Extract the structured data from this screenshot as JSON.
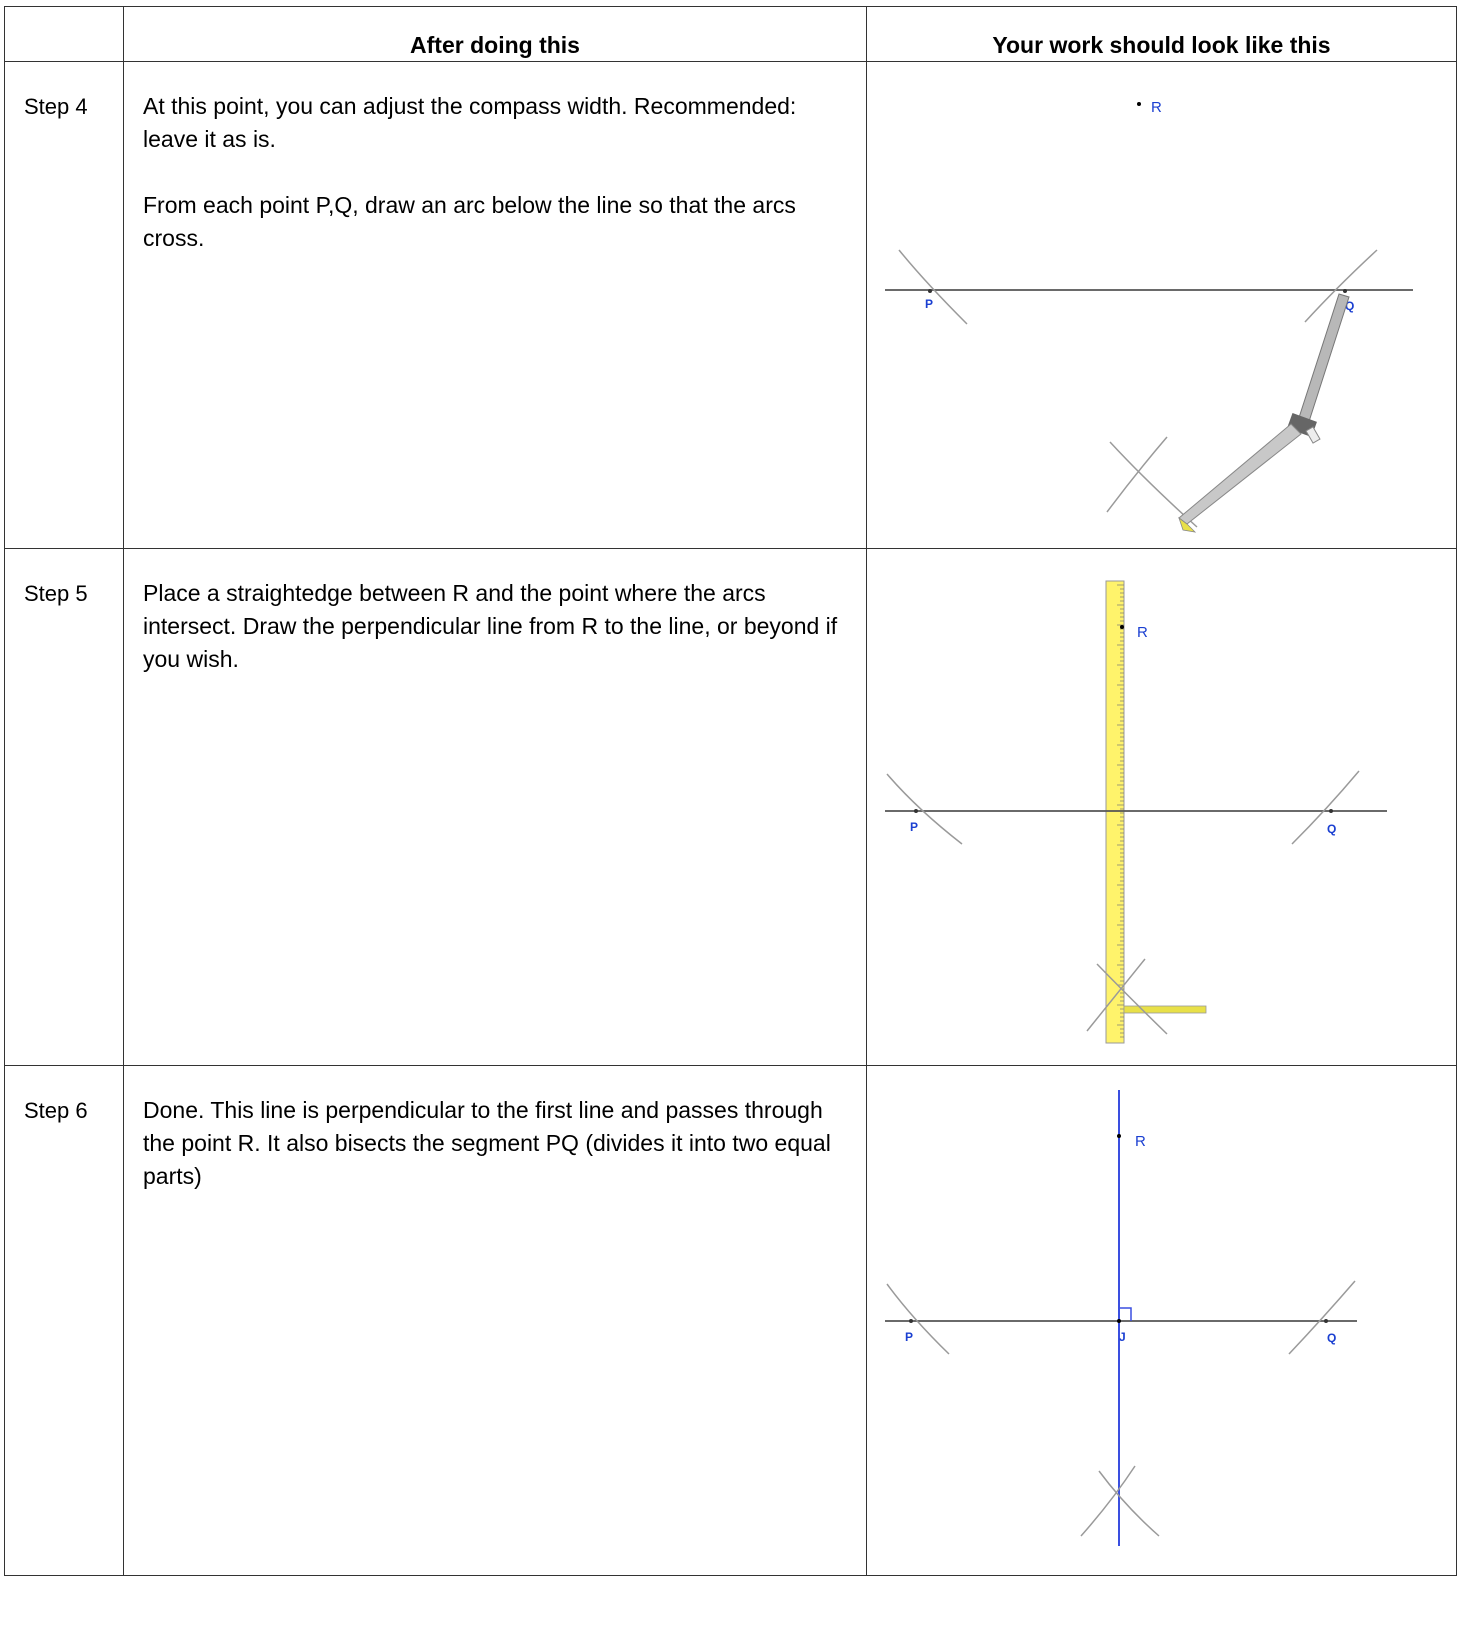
{
  "header": {
    "col1": "",
    "col2": "After doing this",
    "col3": "Your work should look like this"
  },
  "rows": [
    {
      "step": "Step 4",
      "paragraphs": [
        "At this point, you can adjust the compass width. Recommended: leave it as is.",
        "From each point P,Q, draw an arc below the line so that the arcs cross."
      ],
      "labels": {
        "p": "P",
        "q": "Q",
        "r": "R"
      }
    },
    {
      "step": "Step 5",
      "paragraphs": [
        "Place a straightedge between R and the point where the arcs intersect. Draw the perpendicular line from R to the line, or beyond if you wish."
      ],
      "labels": {
        "p": "P",
        "q": "Q",
        "r": "R"
      }
    },
    {
      "step": "Step 6",
      "paragraphs": [
        "Done. This line is perpendicular to the first line and passes through the point R. It also bisects the segment PQ (divides it into two equal parts)"
      ],
      "labels": {
        "p": "P",
        "q": "Q",
        "r": "R",
        "j": "J"
      }
    }
  ],
  "colors": {
    "line": "#555555",
    "arc": "#9a9a9a",
    "label": "#1a3fd1",
    "perpendicular": "#3a4fe0",
    "ruler": "#fff36b"
  }
}
